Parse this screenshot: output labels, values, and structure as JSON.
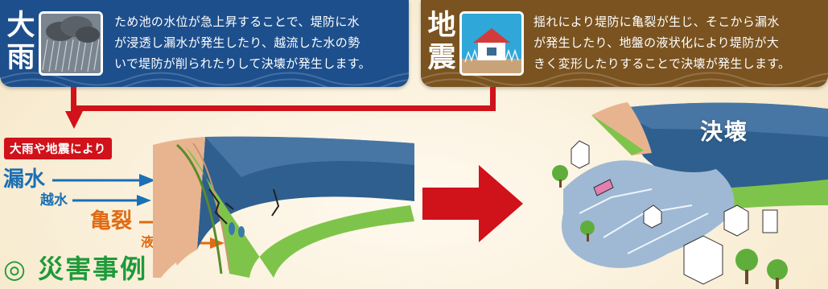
{
  "heavy_rain": {
    "badge": [
      "大",
      "雨"
    ],
    "icon": "rain-cloud-icon",
    "text_lines": [
      "ため池の水位が急上昇することで、堤防に水",
      "が浸透し漏水が発生したり、越流した水の勢",
      "いで堤防が削られたりして決壊が発生します。"
    ]
  },
  "earthquake": {
    "badge": [
      "地",
      "震"
    ],
    "icon": "earthquake-house-icon",
    "text_lines": [
      "揺れにより堤防に亀裂が生じ、そこから漏水",
      "が発生したり、地盤の液状化により堤防が大",
      "きく変形したりすることで決壊が発生します。"
    ]
  },
  "trigger_tag": "大雨や地震により",
  "causes": [
    {
      "label": "漏水",
      "color": "#1b6fb5"
    },
    {
      "label": "越水",
      "color": "#1b6fb5"
    },
    {
      "label": "亀裂",
      "color": "#e06b13"
    },
    {
      "label": "液状化",
      "color": "#e06b13"
    }
  ],
  "result_label": "決壊",
  "footer_label": "◎ 災害事例",
  "colors": {
    "rain_panel": "#1d4f8c",
    "quake_panel": "#7a5320",
    "arrow_red": "#d0121b",
    "blue": "#1b6fb5",
    "orange": "#e06b13",
    "green": "#1f9a3a"
  }
}
